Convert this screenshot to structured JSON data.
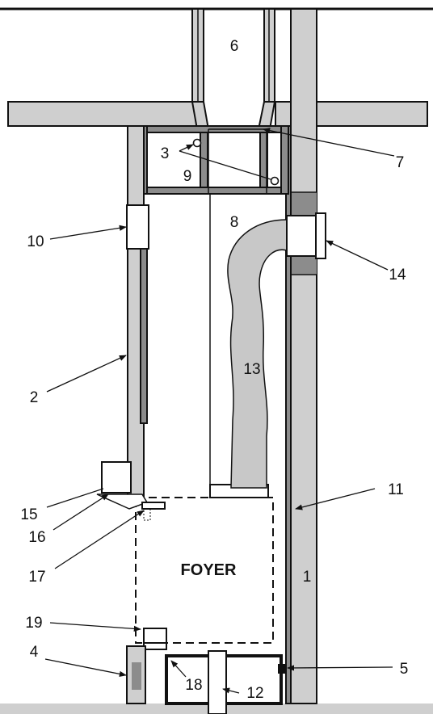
{
  "labels": {
    "n1": "1",
    "n2": "2",
    "n3": "3",
    "n4": "4",
    "n5": "5",
    "n6": "6",
    "n7": "7",
    "n8": "8",
    "n9": "9",
    "n10": "10",
    "n11": "11",
    "n12": "12",
    "n13": "13",
    "n14": "14",
    "n15": "15",
    "n16": "16",
    "n17": "17",
    "n18": "18",
    "n19": "19",
    "foyer": "FOYER"
  },
  "colors": {
    "ink": "#111111",
    "fill_light": "#cfcfcf",
    "fill_dark": "#8c8c8c",
    "background": "#ffffff"
  }
}
